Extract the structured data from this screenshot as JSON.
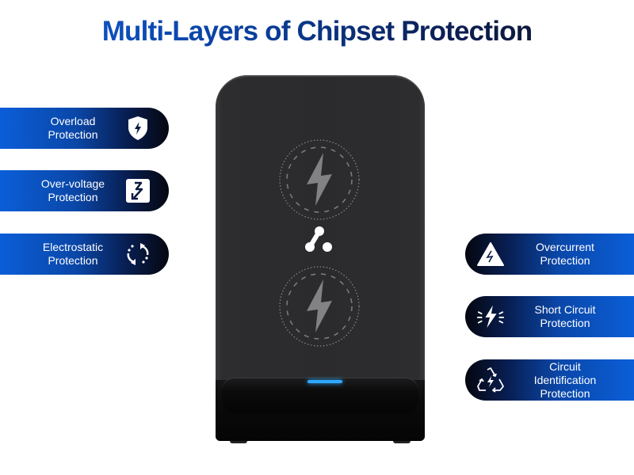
{
  "title": "Multi-Layers of Chipset Protection",
  "colors": {
    "title_blue": "#0f5bd6",
    "pill_blue": "#0b5ed8",
    "pill_dark": "#05070f",
    "charger_body": "#2b2b2d",
    "led": "#2fa8ff"
  },
  "left_features": [
    {
      "line1": "Overload",
      "line2": "Protection",
      "icon": "shield-bolt-icon"
    },
    {
      "line1": "Over-voltage",
      "line2": "Protection",
      "icon": "voltage-arrow-icon"
    },
    {
      "line1": "Electrostatic",
      "line2": "Protection",
      "icon": "static-cycle-icon"
    }
  ],
  "right_features": [
    {
      "line1": "Overcurrent",
      "line2": "Protection",
      "icon": "warning-bolt-icon"
    },
    {
      "line1": "Short Circuit",
      "line2": "Protection",
      "icon": "spark-bolt-icon"
    },
    {
      "line1": "Circuit",
      "line2": "Identification",
      "line3": "Protection",
      "icon": "recycle-bolt-icon"
    }
  ],
  "product": {
    "name": "wireless-charging-stand",
    "coil_icons": [
      "charging-coil-icon",
      "charging-coil-icon"
    ],
    "logo": "brand-logo-icon",
    "indicator": "led-indicator"
  }
}
